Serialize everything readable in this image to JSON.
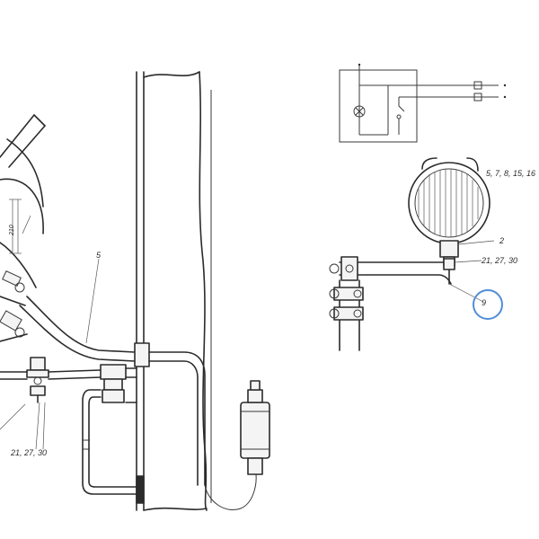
{
  "labels": {
    "left_assembly_ref": "21, 27, 30",
    "bracket_ref": "5",
    "dimension_ref": "210",
    "lamp_ref": "5, 7, 8, 15, 16",
    "arm_ref": "2",
    "fastener_ref": "21, 27, 30",
    "highlighted_ref": "9"
  },
  "highlight": {
    "color": "#4f8fd6",
    "target": "highlighted_ref"
  }
}
